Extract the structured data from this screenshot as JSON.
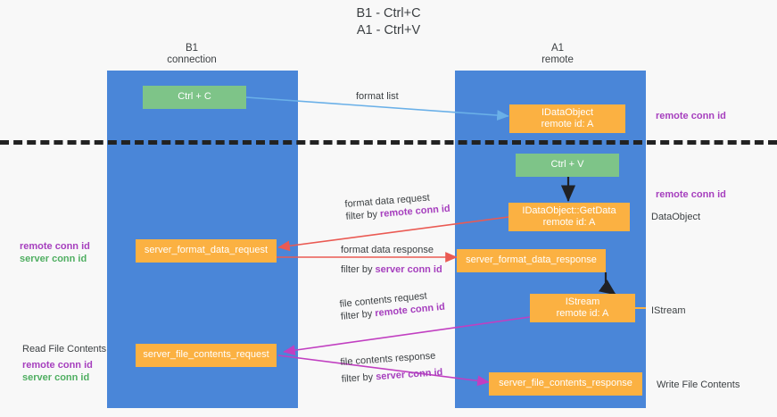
{
  "title": "B1 - Ctrl+C\nA1 - Ctrl+V",
  "columns": {
    "left": {
      "name": "B1",
      "role": "connection"
    },
    "right": {
      "name": "A1",
      "role": "remote"
    }
  },
  "colors": {
    "lane": "#4a86d8",
    "green_node": "#7ec488",
    "orange_node": "#fbb142",
    "remote_conn_id": "#a63fbe",
    "server_conn_id": "#4fae61",
    "blue_arrow": "#6ab0e8",
    "red_arrow": "#ea5a53",
    "black_arrow": "#202124",
    "magenta_arrow": "#c13fc1",
    "page_background": "#f8f8f8"
  },
  "nodes": {
    "ctrl_c": {
      "line1": "Ctrl + C",
      "line2": ""
    },
    "data_object_remote": {
      "line1": "IDataObject",
      "line2": "remote id: A"
    },
    "ctrl_v": {
      "line1": "Ctrl + V",
      "line2": ""
    },
    "get_data": {
      "line1": "IDataObject::GetData",
      "line2": "remote id: A"
    },
    "server_format_data_request": {
      "line1": "server_format_data_request",
      "line2": ""
    },
    "server_format_data_response": {
      "line1": "server_format_data_response",
      "line2": ""
    },
    "istream": {
      "line1": "IStream",
      "line2": "remote id: A"
    },
    "server_file_contents_request": {
      "line1": "server_file_contents_request",
      "line2": ""
    },
    "server_file_contents_response": {
      "line1": "server_file_contents_response",
      "line2": ""
    }
  },
  "edge_labels": {
    "format_list": "format list",
    "format_data_request": "format data request",
    "format_data_request_filter_prefix": "filter by ",
    "format_data_request_filter_key": "remote conn id",
    "format_data_response": "format data response",
    "format_data_response_filter_prefix": "filter by ",
    "format_data_response_filter_key": "server conn id",
    "file_contents_request": "file contents request",
    "file_contents_request_filter_prefix": "filter by ",
    "file_contents_request_filter_key": "remote conn id",
    "file_contents_response": "file contents response",
    "file_contents_response_filter_prefix": "filter by ",
    "file_contents_response_filter_key": "server conn id"
  },
  "side_labels": {
    "right_remote_conn_id_top": "remote conn id",
    "right_remote_conn_id_mid": "remote conn id",
    "right_data_object": "DataObject",
    "right_istream": "IStream",
    "right_write_file_contents": "Write File Contents",
    "left_remote_conn_id": "remote conn id",
    "left_server_conn_id": "server conn id",
    "left_read_file_contents": "Read File Contents",
    "left_remote_conn_id_2": "remote conn id",
    "left_server_conn_id_2": "server conn id"
  }
}
